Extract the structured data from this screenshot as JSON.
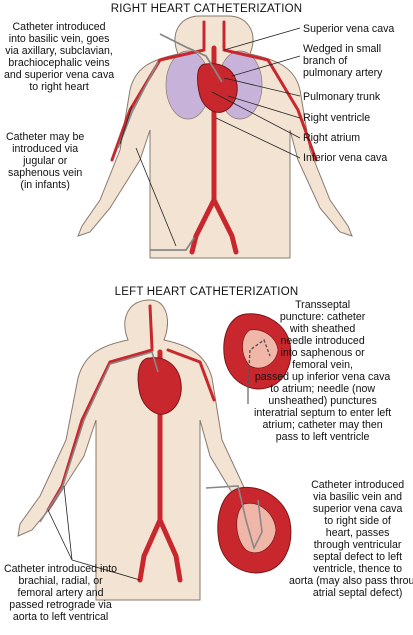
{
  "right": {
    "title": "RIGHT HEART CATHETERIZATION",
    "basilic_note": "Catheter introduced\ninto basilic vein, goes\nvia axillary, subclavian,\nbrachiocephalic veins\nand superior vena cava\nto right heart",
    "jugular_note": "Catheter may be\nintroduced via\njugular or\nsaphenous vein\n(in infants)",
    "labels": {
      "svc": "Superior vena cava",
      "wedged": "Wedged in small\nbranch of\npulmonary artery",
      "trunk": "Pulmonary trunk",
      "rv": "Right ventricle",
      "ra": "Right atrium",
      "ivc": "Inferior vena cava"
    }
  },
  "left": {
    "title": "LEFT HEART CATHETERIZATION",
    "transseptal": "Transseptal\npuncture: catheter\nwith sheathed\nneedle introduced\ninto saphenous or\nfemoral vein,\npassed up inferior vena cava\nto atrium; needle (now\nunsheathed) punctures\ninteratrial septum to enter left\natrium; catheter may then\npass to left ventricle",
    "basilic_septal": "Catheter introduced\nvia basilic vein and\nsuperior vena cava\nto right side of\nheart, passes\nthrough ventricular\nseptal defect to left\nventricle, thence to\naorta (may also pass through\natrial septal defect)",
    "brachial": "Catheter introduced into\nbrachial, radial, or\nfemoral artery and\npassed retrograde via\naorta to left ventrical"
  },
  "colors": {
    "skin": "#f3e3d3",
    "outline": "#8a7a6e",
    "vessel": "#c8282d",
    "lung": "#c7b3d9",
    "catheter": "#888888"
  }
}
